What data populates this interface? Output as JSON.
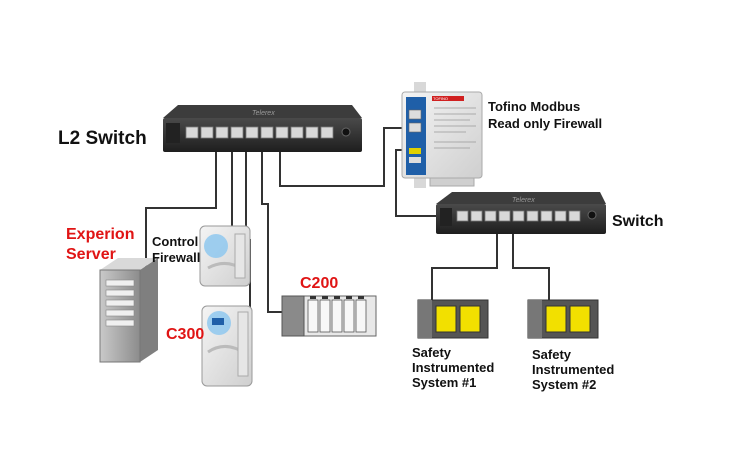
{
  "labels": {
    "l2_switch": "L2 Switch",
    "switch": "Switch",
    "tofino_line1": "Tofino Modbus",
    "tofino_line2": "Read only Firewall",
    "experion_line1": "Experion",
    "experion_line2": "Server",
    "control_line1": "Control",
    "control_line2": "Firewall",
    "c300": "C300",
    "c200": "C200",
    "sis1": "Safety\nInstrumented\nSystem #1",
    "sis2": "Safety\nInstrumented\nSystem #2"
  },
  "device_text": {
    "switch_brand": "Telerex",
    "tofino_brand": "TOFINO"
  },
  "colors": {
    "red_label": "#e01414",
    "switch_body": "#2b2b2b",
    "cable": "#333333",
    "sis_yellow": "#f2e000"
  }
}
